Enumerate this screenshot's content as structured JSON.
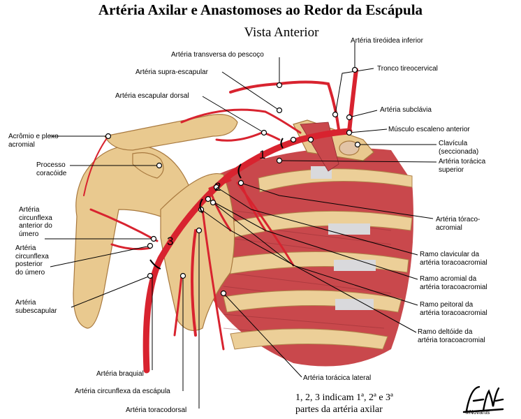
{
  "title": "Artéria Axilar e Anastomoses ao Redor da Escápula",
  "subtitle": "Vista Anterior",
  "labels": {
    "tireoidea_inferior": "Artéria tireóidea inferior",
    "transversa_pescoco": "Artéria transversa do pescoço",
    "tronco_tireocervical": "Tronco tireocervical",
    "supra_escapular": "Artéria supra-escapular",
    "escapular_dorsal": "Artéria escapular dorsal",
    "subclavia": "Artéria subclávia",
    "escaleno": "Músculo escaleno anterior",
    "acromio": "Acrômio e plexo\nacromial",
    "clavicula": "Clavícula\n(seccionada)",
    "processo": "Processo\ncoracóide",
    "toracica_superior": "Artéria torácica\nsuperior",
    "circunflexa_anterior": "Artéria\ncircunflexa\nanterior do\número",
    "circunflexa_posterior": "Artéria\ncircunflexa\nposterior\ndo úmero",
    "toraco_acromial": "Artéria tóraco-\nacromial",
    "ramo_clavicular": "Ramo clavicular da\nartéria toracoacromial",
    "ramo_acromial": "Ramo acromial da\nartéria toracoacromial",
    "ramo_peitoral": "Ramo peitoral da\nartéria toracoacromial",
    "subescapular": "Artéria\nsubescapular",
    "ramo_deltoide": "Ramo deltóide da\nartéria toracoacromial",
    "braquial": "Artéria braquial",
    "toracica_lateral": "Artéria torácica lateral",
    "circunflexa_escapula": "Artéria circunflexa da escápula",
    "toracodorsal": "Artéria toracodorsal"
  },
  "part_numbers": [
    "1",
    "2",
    "3"
  ],
  "footnote": "1, 2, 3 indicam 1ª, 2ª e 3ª\npartes da artéria axilar",
  "signature": "F. Netter",
  "credit": "©Novartis",
  "colors": {
    "bone": "#e9c98f",
    "muscle": "#cf4a4e",
    "artery": "#d8232f",
    "cartilage": "#d9d9dc"
  }
}
